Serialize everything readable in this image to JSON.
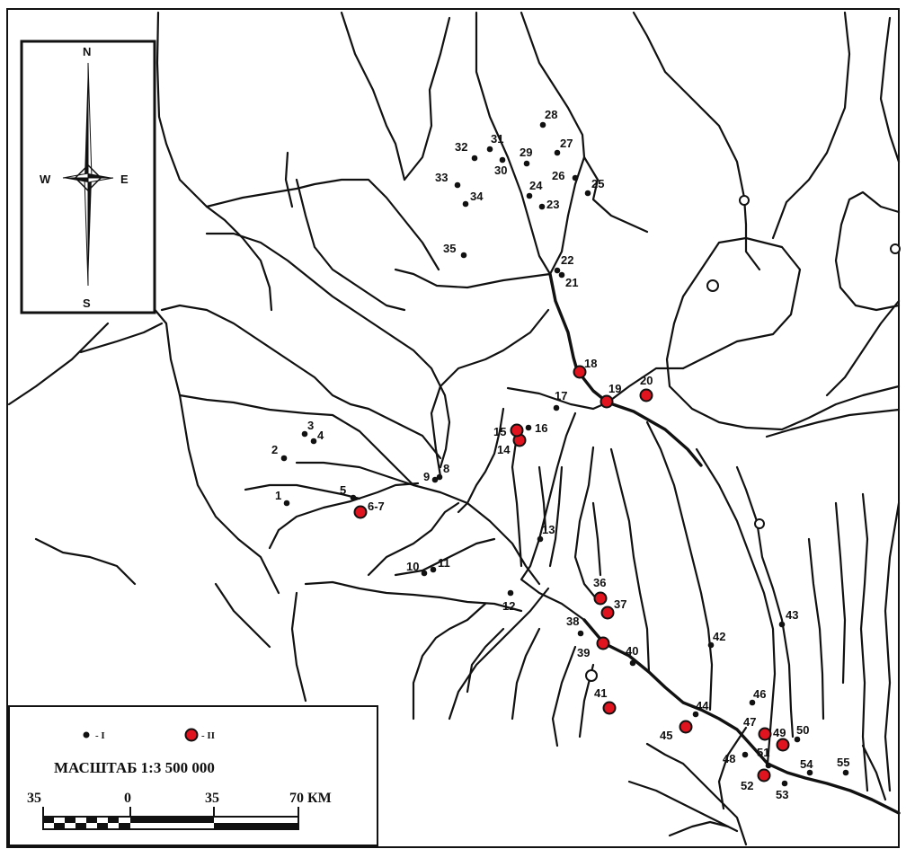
{
  "compass": {
    "north": "N",
    "south": "S",
    "west": "W",
    "east": "E"
  },
  "legend": {
    "type_1": "- I",
    "type_2": "- II",
    "scale_text": "МАСШТАБ 1:3 500 000",
    "scale_ticks": [
      "35",
      "0",
      "35",
      "70 КМ"
    ]
  },
  "colors": {
    "type_1": "#111111",
    "type_2": "#e0141e",
    "line": "#111111"
  },
  "sites": [
    {
      "label": "1",
      "type": "I"
    },
    {
      "label": "2",
      "type": "I"
    },
    {
      "label": "3",
      "type": "I"
    },
    {
      "label": "4",
      "type": "I"
    },
    {
      "label": "5",
      "type": "I"
    },
    {
      "label": "6-7",
      "type": "II"
    },
    {
      "label": "8",
      "type": "I"
    },
    {
      "label": "9",
      "type": "I"
    },
    {
      "label": "10",
      "type": "I"
    },
    {
      "label": "11",
      "type": "I"
    },
    {
      "label": "12",
      "type": "I"
    },
    {
      "label": "13",
      "type": "I"
    },
    {
      "label": "14",
      "type": "II"
    },
    {
      "label": "15",
      "type": "II"
    },
    {
      "label": "16",
      "type": "I"
    },
    {
      "label": "17",
      "type": "I"
    },
    {
      "label": "18",
      "type": "II"
    },
    {
      "label": "19",
      "type": "II"
    },
    {
      "label": "20",
      "type": "II"
    },
    {
      "label": "21",
      "type": "I"
    },
    {
      "label": "22",
      "type": "I"
    },
    {
      "label": "23",
      "type": "I"
    },
    {
      "label": "24",
      "type": "I"
    },
    {
      "label": "25",
      "type": "I"
    },
    {
      "label": "26",
      "type": "I"
    },
    {
      "label": "27",
      "type": "I"
    },
    {
      "label": "28",
      "type": "I"
    },
    {
      "label": "29",
      "type": "I"
    },
    {
      "label": "30",
      "type": "I"
    },
    {
      "label": "31",
      "type": "I"
    },
    {
      "label": "32",
      "type": "I"
    },
    {
      "label": "33",
      "type": "I"
    },
    {
      "label": "34",
      "type": "I"
    },
    {
      "label": "35",
      "type": "I"
    },
    {
      "label": "36",
      "type": "II"
    },
    {
      "label": "37",
      "type": "II"
    },
    {
      "label": "38",
      "type": "I"
    },
    {
      "label": "39",
      "type": "II"
    },
    {
      "label": "40",
      "type": "I"
    },
    {
      "label": "41",
      "type": "II"
    },
    {
      "label": "42",
      "type": "I"
    },
    {
      "label": "43",
      "type": "I"
    },
    {
      "label": "44",
      "type": "I"
    },
    {
      "label": "45",
      "type": "II"
    },
    {
      "label": "46",
      "type": "I"
    },
    {
      "label": "47",
      "type": "II"
    },
    {
      "label": "48",
      "type": "I"
    },
    {
      "label": "49",
      "type": "II"
    },
    {
      "label": "50",
      "type": "I"
    },
    {
      "label": "51",
      "type": "I"
    },
    {
      "label": "52",
      "type": "II"
    },
    {
      "label": "53",
      "type": "I"
    },
    {
      "label": "54",
      "type": "I"
    },
    {
      "label": "55",
      "type": "I"
    }
  ]
}
